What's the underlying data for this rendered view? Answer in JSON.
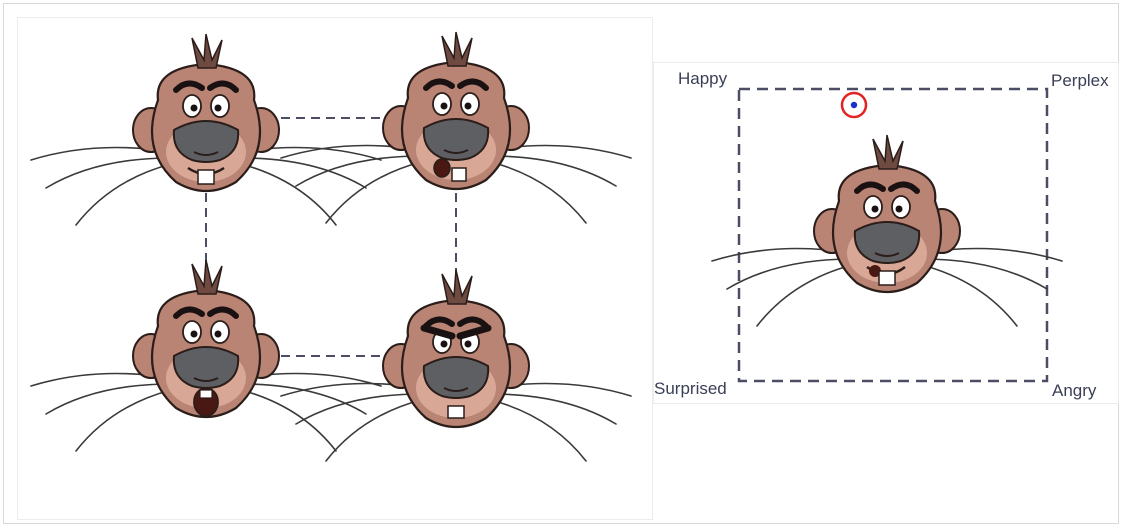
{
  "pose_grid": {
    "corner_labels": {
      "top_left": "Happy",
      "top_right": "Perplex",
      "bottom_left": "Surprised",
      "bottom_right": "Angry"
    },
    "poses": [
      {
        "name": "happy",
        "mouth": "smile"
      },
      {
        "name": "perplex",
        "mouth": "side"
      },
      {
        "name": "surprised",
        "mouth": "open"
      },
      {
        "name": "angry",
        "mouth": "flat"
      }
    ],
    "blend_point_color": "#1a2fd1",
    "selector_ring_color": "#e32222"
  },
  "colors": {
    "fur": "#b98474",
    "fur_dark": "#8a5a4c",
    "cheek": "#d9a796",
    "nose": "#5e5f63",
    "outline": "#2b1d1a",
    "dash": "#4a4d63",
    "whisker": "#3a3a3a"
  }
}
